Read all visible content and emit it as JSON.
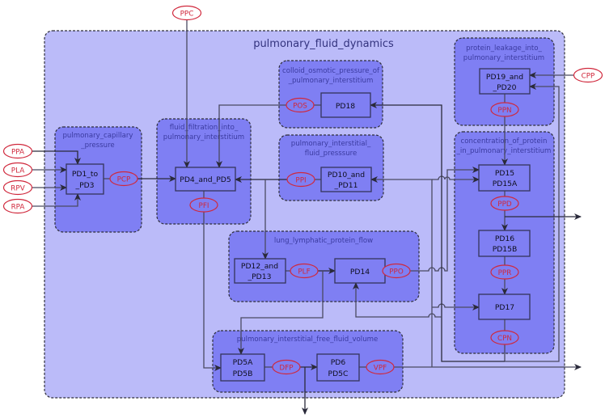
{
  "diagram": {
    "title": "pulmonary_fluid_dynamics",
    "groups": {
      "capillary": {
        "line1": "pulmonary_capillary",
        "line2": "_pressure"
      },
      "filtration": {
        "line1": "fluid_filtration_into_",
        "line2": "pulmonary_interstitium"
      },
      "colloid": {
        "line1": "colloid_osmotic_pressure_of",
        "line2": "_pulmonary_interstitium"
      },
      "interstitial_pressure": {
        "line1": "pulmonary_interstitial_",
        "line2": "fluid_presssure"
      },
      "protein_leakage": {
        "line1": "protein_leakage_into_",
        "line2": "pulmonary_interstitium"
      },
      "protein_concentration": {
        "line1": "concentration_of_protein",
        "line2": "_in_pulmonary_interstitium"
      },
      "lymphatic": {
        "line1": "lung_lymphatic_protein_flow"
      },
      "free_fluid": {
        "line1": "pulmonary_interstitial_free_fluid_volume"
      }
    },
    "nodes": {
      "pd1": {
        "line1": "PD1_to",
        "line2": "_PD3"
      },
      "pd4": {
        "line1": "PD4_and_PD5"
      },
      "pd18": {
        "line1": "PD18"
      },
      "pd10": {
        "line1": "PD10_and",
        "line2": "_PD11"
      },
      "pd19": {
        "line1": "PD19_and",
        "line2": "_PD20"
      },
      "pd15": {
        "line1": "PD15",
        "line2": "PD15A"
      },
      "pd16": {
        "line1": "PD16",
        "line2": "PD15B"
      },
      "pd17": {
        "line1": "PD17"
      },
      "pd12": {
        "line1": "PD12_and",
        "line2": "_PD13"
      },
      "pd14": {
        "line1": "PD14"
      },
      "pd5a": {
        "line1": "PD5A",
        "line2": "PD5B"
      },
      "pd6": {
        "line1": "PD6",
        "line2": "PD5C"
      }
    },
    "variables": {
      "ppc": "PPC",
      "ppa": "PPA",
      "pla": "PLA",
      "rpv": "RPV",
      "rpa": "RPA",
      "cpp": "CPP",
      "pcp": "PCP",
      "pfi": "PFI",
      "pos": "POS",
      "ppi": "PPI",
      "ppn": "PPN",
      "ppd": "PPD",
      "ppr": "PPR",
      "cpn": "CPN",
      "plf": "PLF",
      "ppo": "PPO",
      "dfp": "DFP",
      "vpf": "VPF"
    },
    "colors": {
      "outer_fill": "#bbbbf9",
      "group_fill": "#7f7ff3",
      "variable_stroke": "#d0283c",
      "title_text": "#3b3ba0"
    }
  }
}
